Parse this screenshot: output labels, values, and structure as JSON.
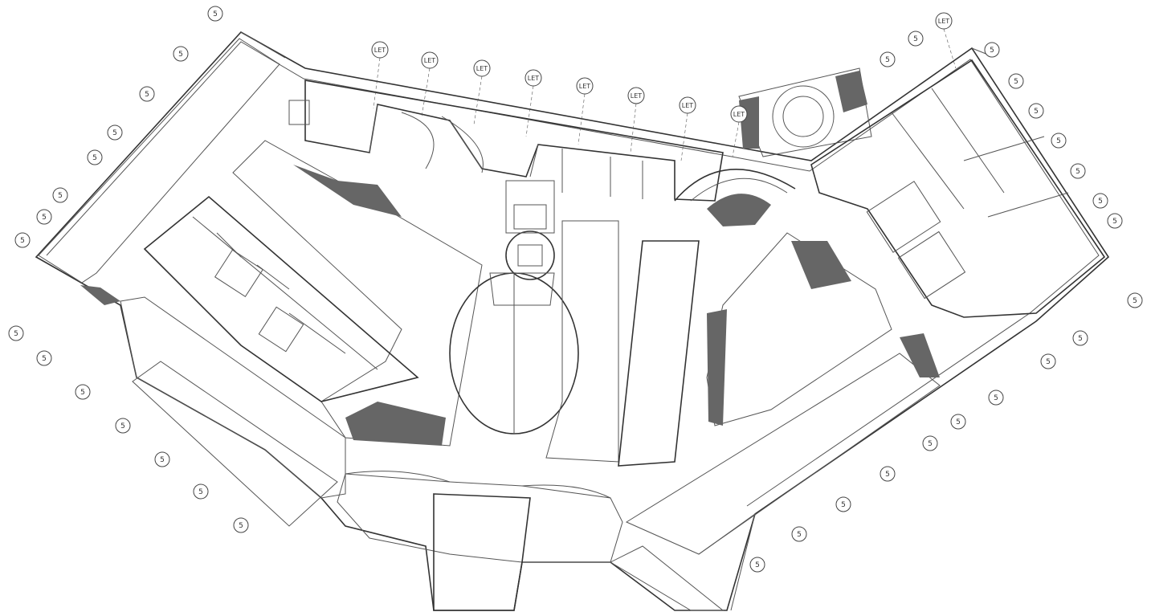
{
  "drawing": {
    "title": "",
    "unit_label": "LET",
    "level_marker": "5"
  },
  "let_tags": [
    {
      "label": "LET"
    },
    {
      "label": "LET"
    },
    {
      "label": "LET"
    },
    {
      "label": "LET"
    },
    {
      "label": "LET"
    },
    {
      "label": "LET"
    },
    {
      "label": "LET"
    },
    {
      "label": "LET"
    },
    {
      "label": "LET"
    }
  ],
  "colors": {
    "background": "#ffffff",
    "linework": "#555555",
    "hatch": "#666666"
  }
}
